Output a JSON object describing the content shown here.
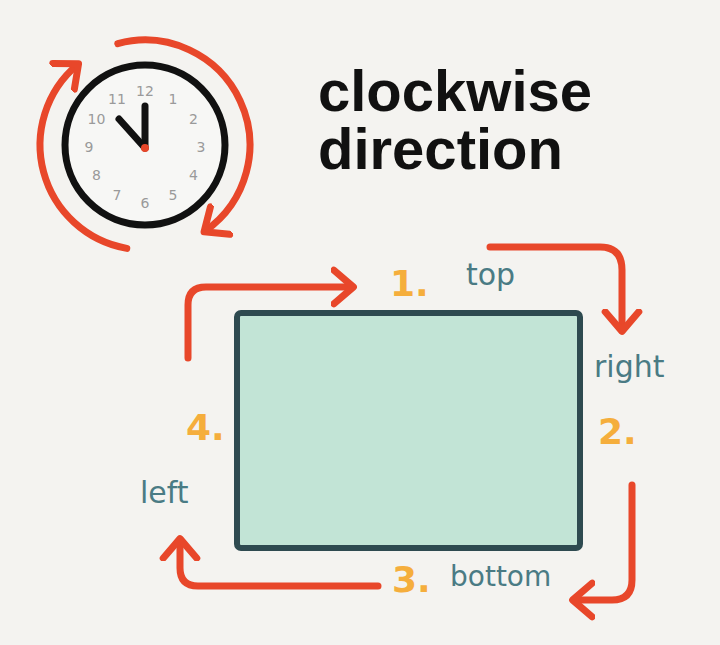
{
  "diagram": {
    "title": "clockwise direction",
    "labels": [
      "12",
      "1",
      "2",
      "3",
      "4",
      "5",
      "6",
      "7",
      "8",
      "9",
      "10",
      "11",
      "1.",
      "top",
      "right",
      "2.",
      "3.",
      "bottom",
      "4.",
      "left"
    ]
  }
}
